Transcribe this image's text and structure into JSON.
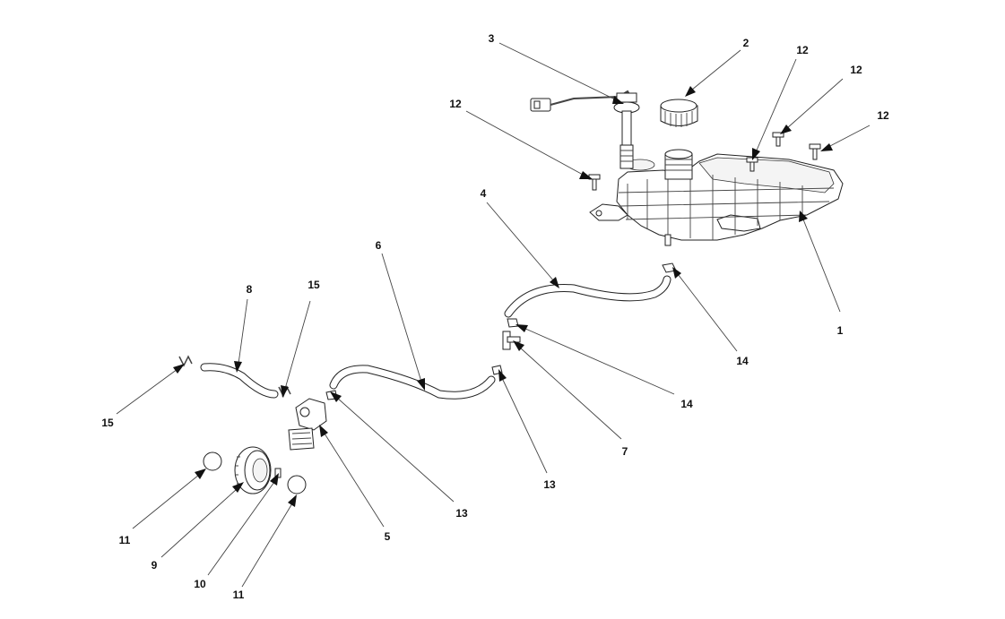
{
  "diagram": {
    "callouts": [
      {
        "id": "c1",
        "label": "1"
      },
      {
        "id": "c2",
        "label": "2"
      },
      {
        "id": "c3",
        "label": "3"
      },
      {
        "id": "c4",
        "label": "4"
      },
      {
        "id": "c5",
        "label": "5"
      },
      {
        "id": "c6",
        "label": "6"
      },
      {
        "id": "c7",
        "label": "7"
      },
      {
        "id": "c8",
        "label": "8"
      },
      {
        "id": "c9",
        "label": "9"
      },
      {
        "id": "c10",
        "label": "10"
      },
      {
        "id": "c11a",
        "label": "11"
      },
      {
        "id": "c11b",
        "label": "11"
      },
      {
        "id": "c12a",
        "label": "12"
      },
      {
        "id": "c12b",
        "label": "12"
      },
      {
        "id": "c12c",
        "label": "12"
      },
      {
        "id": "c12d",
        "label": "12"
      },
      {
        "id": "c13a",
        "label": "13"
      },
      {
        "id": "c13b",
        "label": "13"
      },
      {
        "id": "c14a",
        "label": "14"
      },
      {
        "id": "c14b",
        "label": "14"
      },
      {
        "id": "c15a",
        "label": "15"
      },
      {
        "id": "c15b",
        "label": "15"
      }
    ]
  }
}
